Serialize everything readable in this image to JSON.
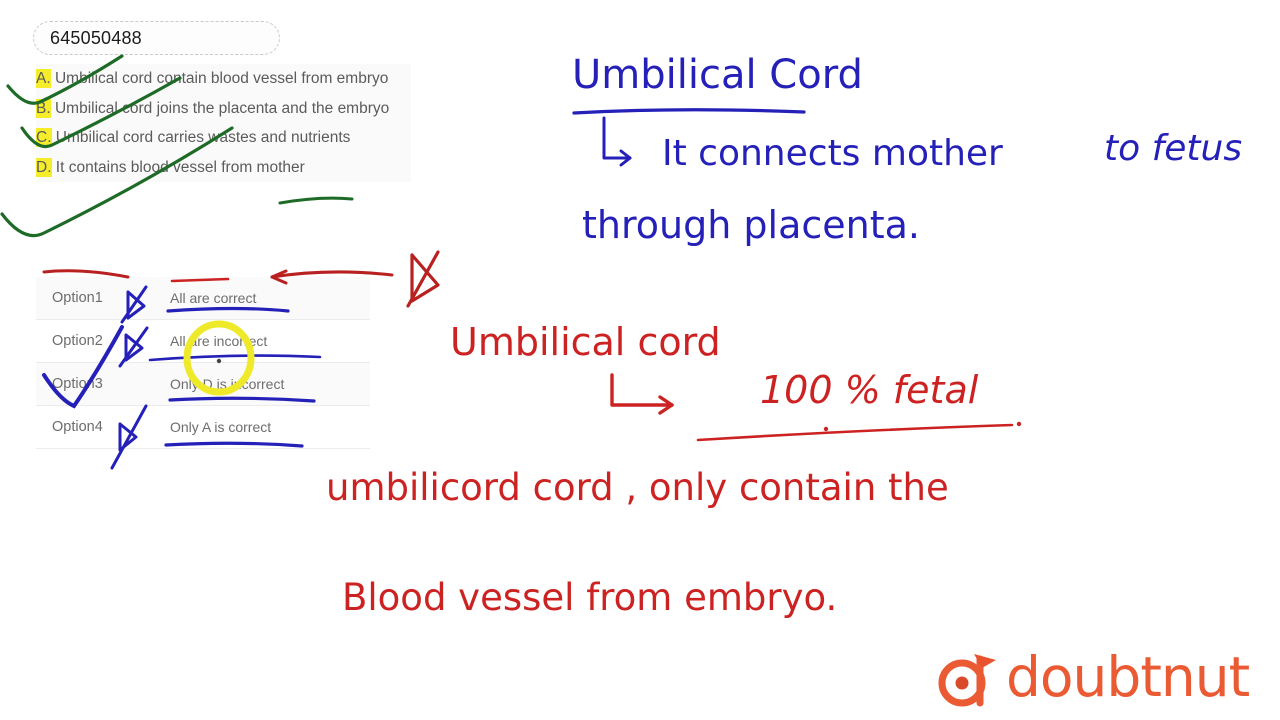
{
  "question_id": {
    "value": "645050488"
  },
  "statements": [
    {
      "label": "A.",
      "text": " Umbilical cord contain blood vessel from embryo"
    },
    {
      "label": "B.",
      "text": " Umbilical cord joins the placenta and the embryo"
    },
    {
      "label": "C.",
      "text": " Umbilical cord carries wastes and nutrients"
    },
    {
      "label": "D.",
      "text": " It contains blood vessel from mother"
    }
  ],
  "options": [
    {
      "key": "Option1",
      "value": "All are correct"
    },
    {
      "key": "Option2",
      "value": "All are incorrect"
    },
    {
      "key": "Option3",
      "value": "Only D is incorrect"
    },
    {
      "key": "Option4",
      "value": "Only A is correct"
    }
  ],
  "handwriting": {
    "blue": {
      "title": "Umbilical Cord",
      "arrow": "↳",
      "line1": "It connects mother",
      "line1_tail": "to fetus",
      "line2": "through placenta."
    },
    "red": {
      "title": "Umbilical cord",
      "arrow": "↳",
      "emphasis": "100 % fetal",
      "line1": "umbilicord cord , only contain the",
      "line2": "Blood vessel from embryo."
    }
  },
  "marks": {
    "green_ticks": 3,
    "blue_tick_target": "Option3",
    "red_cross_target": "D",
    "yellow_circle_target": "Only D is incorrect"
  },
  "colors": {
    "highlight_yellow": "#f5ec2a",
    "green_ink": "#1d6b26",
    "blue_ink": "#2420b8",
    "red_ink": "#cc2222",
    "brand_orange": "#ea5a33",
    "text_gray": "#5b5b5b"
  },
  "logo": {
    "word": "doubtnut",
    "icon": "doubtnut-mark-icon"
  }
}
